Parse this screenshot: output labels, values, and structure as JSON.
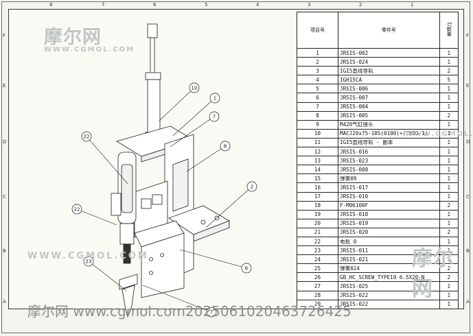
{
  "drawing": {
    "col_labels": [
      "8",
      "7",
      "6",
      "5",
      "4",
      "3",
      "2",
      "1"
    ],
    "row_labels": [
      "F",
      "E",
      "D",
      "C",
      "B",
      "A"
    ]
  },
  "bom": {
    "header_item": "项目号",
    "header_part": "零件号",
    "header_qty": "Σ/数量",
    "rows": [
      {
        "no": "1",
        "part": "JRSIS-002",
        "qty": "1"
      },
      {
        "no": "2",
        "part": "JRSIS-024",
        "qty": "1"
      },
      {
        "no": "3",
        "part": "IGI5直线导轨",
        "qty": "2"
      },
      {
        "no": "4",
        "part": "IGH15CA",
        "qty": "5"
      },
      {
        "no": "5",
        "part": "JRSIS-006",
        "qty": "1"
      },
      {
        "no": "6",
        "part": "JRSIS-007",
        "qty": "1"
      },
      {
        "no": "7",
        "part": "JRSIS-004",
        "qty": "1"
      },
      {
        "no": "8",
        "part": "JRSIS-005",
        "qty": "2"
      },
      {
        "no": "9",
        "part": "M420气缸接头",
        "qty": "1"
      },
      {
        "no": "10",
        "part": "MACJ20x75-10S(0100)+(CMSG-1)",
        "qty": "1"
      },
      {
        "no": "11",
        "part": "IGI5直线导轨 - 副本",
        "qty": "1"
      },
      {
        "no": "12",
        "part": "JRSIS-016",
        "qty": "1"
      },
      {
        "no": "13",
        "part": "JRSIS-023",
        "qty": "1"
      },
      {
        "no": "14",
        "part": "JRSIS-008",
        "qty": "1"
      },
      {
        "no": "15",
        "part": "弹簧09",
        "qty": "1"
      },
      {
        "no": "16",
        "part": "JRSIS-017",
        "qty": "1"
      },
      {
        "no": "17",
        "part": "JRSIS-010",
        "qty": "1"
      },
      {
        "no": "18",
        "part": "F-M06100F",
        "qty": "2"
      },
      {
        "no": "19",
        "part": "JRSIS-018",
        "qty": "1"
      },
      {
        "no": "20",
        "part": "JRSIS-019",
        "qty": "1"
      },
      {
        "no": "21",
        "part": "JRSIS-020",
        "qty": "2"
      },
      {
        "no": "22",
        "part": "电批 0",
        "qty": "1"
      },
      {
        "no": "23",
        "part": "JRSIS-011",
        "qty": "1"
      },
      {
        "no": "24",
        "part": "JRSIS-021",
        "qty": "1"
      },
      {
        "no": "25",
        "part": "弹簧024",
        "qty": "2"
      },
      {
        "no": "26",
        "part": "GB_HC_SCREW_TYPE10 6.5X20-N",
        "qty": "2"
      },
      {
        "no": "27",
        "part": "JRSIS-025",
        "qty": "1"
      },
      {
        "no": "28",
        "part": "JRSIS-022",
        "qty": "1"
      },
      {
        "no": "29",
        "part": "JRSIS-022",
        "qty": "1"
      }
    ]
  },
  "balloons": [
    "10",
    "1",
    "7",
    "8",
    "22",
    "22",
    "2",
    "6",
    "23",
    "7"
  ],
  "watermarks": {
    "logo": "摩尔网",
    "url": "WWW.CGMOL.COM"
  },
  "footer": "摩尔网 www.cgmol.com2025061020463726425"
}
